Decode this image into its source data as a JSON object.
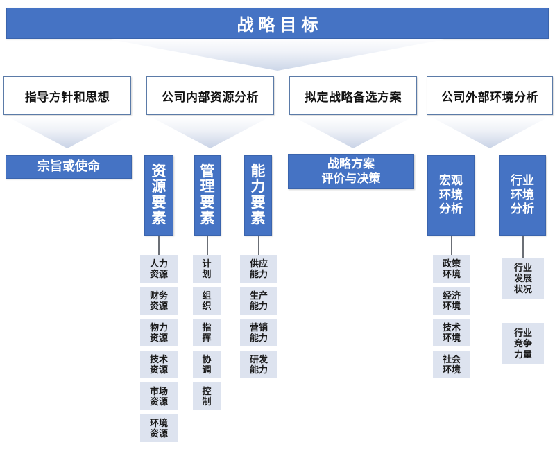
{
  "diagram": {
    "title": "战略目标",
    "banner": {
      "label": "战略目标"
    },
    "row2": [
      {
        "label": "指导方针和思想"
      },
      {
        "label": "公司内部资源分析"
      },
      {
        "label": "拟定战略备选方案"
      },
      {
        "label": "公司外部环境分析"
      }
    ],
    "row3": [
      {
        "label": "宗旨或使命"
      },
      {
        "label": "资源要素"
      },
      {
        "label": "管理要素"
      },
      {
        "label": "能力要素"
      },
      {
        "label_line1": "战略方案",
        "label_line2": "评价与决策"
      },
      {
        "label": "宏观环境分析"
      },
      {
        "label": "行业环境分析"
      }
    ],
    "columns": {
      "resource": {
        "header": "资源要素",
        "chars": [
          "资",
          "源",
          "要",
          "素"
        ],
        "leaves": [
          "人力资源",
          "财务资源",
          "物力资源",
          "技术资源",
          "市场资源",
          "环境资源"
        ]
      },
      "management": {
        "header": "管理要素",
        "chars": [
          "管",
          "理",
          "要",
          "素"
        ],
        "leaves": [
          "计划",
          "组织",
          "指挥",
          "协调",
          "控制"
        ]
      },
      "capability": {
        "header": "能力要素",
        "chars": [
          "能",
          "力",
          "要",
          "素"
        ],
        "leaves": [
          "供应能力",
          "生产能力",
          "营销能力",
          "研发能力"
        ]
      },
      "macro": {
        "header": "宏观环境分析",
        "lines": [
          "宏观",
          "环境",
          "分析"
        ],
        "leaves": [
          "政策环境",
          "经济环境",
          "技术环境",
          "社会环境"
        ]
      },
      "industry": {
        "header": "行业环境分析",
        "lines": [
          "行业",
          "环境",
          "分析"
        ],
        "leaves": [
          "行业发展状况",
          "行业竞争力量"
        ]
      }
    },
    "leaf_lines": {
      "renli": [
        "人力",
        "资源"
      ],
      "caiwu": [
        "财务",
        "资源"
      ],
      "wuli": [
        "物力",
        "资源"
      ],
      "jishu": [
        "技术",
        "资源"
      ],
      "shichang": [
        "市场",
        "资源"
      ],
      "huanjing": [
        "环境",
        "资源"
      ],
      "jihua": [
        "计",
        "划"
      ],
      "zuzhi": [
        "组",
        "织"
      ],
      "zhihui": [
        "指",
        "挥"
      ],
      "xietiao": [
        "协",
        "调"
      ],
      "kongzhi": [
        "控",
        "制"
      ],
      "gongying": [
        "供应",
        "能力"
      ],
      "shengchan": [
        "生产",
        "能力"
      ],
      "yingxiao": [
        "营销",
        "能力"
      ],
      "yanfa": [
        "研发",
        "能力"
      ],
      "zhengce": [
        "政策",
        "环境"
      ],
      "jingji": [
        "经济",
        "环境"
      ],
      "jishuhj": [
        "技术",
        "环境"
      ],
      "shehui": [
        "社会",
        "环境"
      ],
      "fazhan": [
        "行业",
        "发展",
        "状况"
      ],
      "jingzheng": [
        "行业",
        "竞争",
        "力量"
      ]
    },
    "colors": {
      "blue": "#4573c4",
      "blue_border": "#3a64ad",
      "leaf_bg": "#dde3ef",
      "outline_border": "#5b7ba8",
      "connector": "#6b6f76",
      "text_dark": "#1a1a1a",
      "text_light": "#ffffff"
    }
  }
}
